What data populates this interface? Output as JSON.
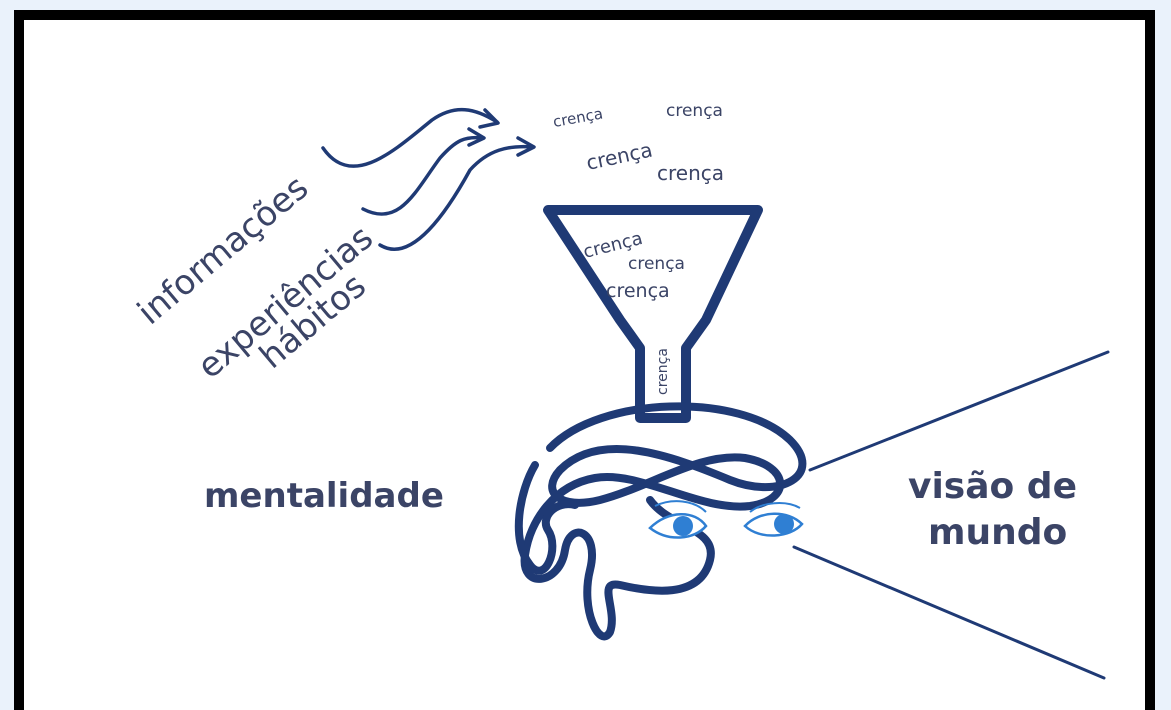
{
  "colors": {
    "primary": "#1f3a75",
    "text_secondary": "#3b4466",
    "eye_blue": "#2f7fd3",
    "frame": "#000000",
    "page_background": "#eaf2fb",
    "canvas": "#ffffff"
  },
  "icons": [
    "arrow-icon",
    "funnel-icon",
    "brain-icon",
    "eye-icon"
  ],
  "inputs": [
    "informações",
    "experiências",
    "hábitos"
  ],
  "beliefs_floating": [
    "crença",
    "crença",
    "crença",
    "crença"
  ],
  "beliefs_in_funnel": [
    "crença",
    "crença",
    "crença"
  ],
  "belief_in_spout": "crença",
  "mind_label": "mentalidade",
  "worldview": {
    "line1": "visão de",
    "line2": "mundo"
  }
}
